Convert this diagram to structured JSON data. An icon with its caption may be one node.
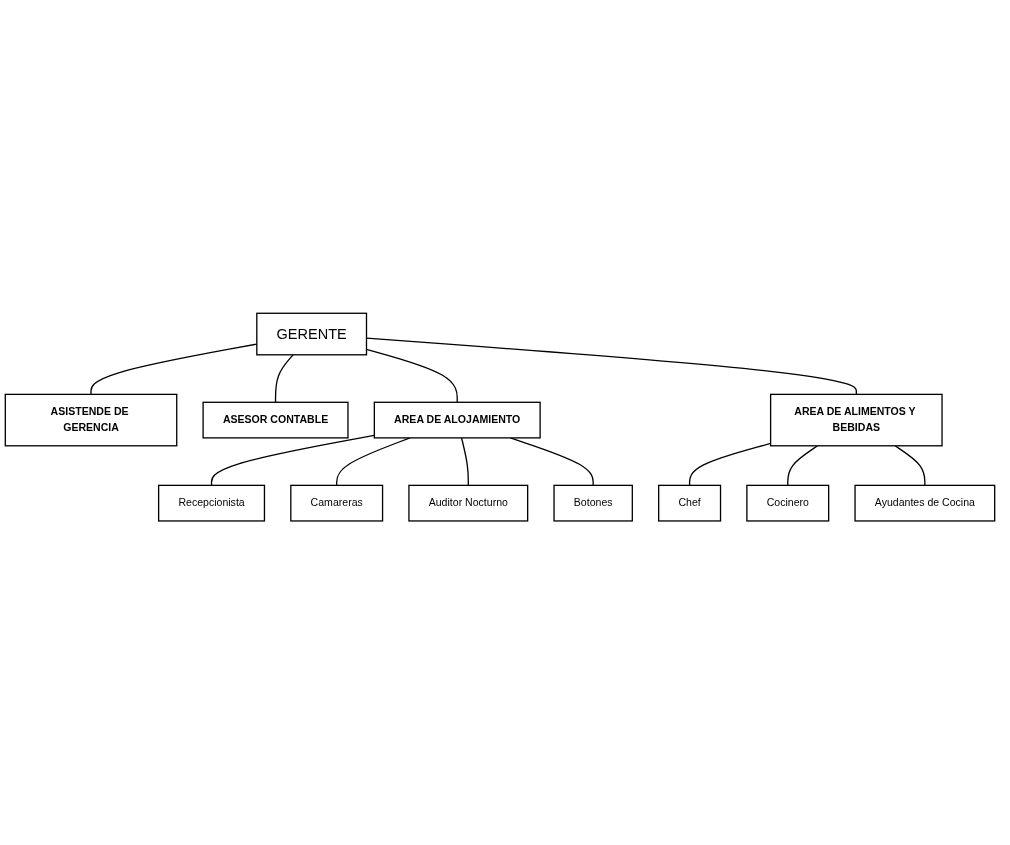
{
  "diagram": {
    "nodes": [
      {
        "text": [
          "GERENTE"
        ]
      },
      {
        "text": [
          "ASISTENDE DE GERENCIA"
        ]
      },
      {
        "text": [
          "ASESOR CONTABLE"
        ]
      },
      {
        "text": [
          "AREA DE ALOJAMIENTO"
        ]
      },
      {
        "text": [
          "AREA DE ALIMENTOS Y BEBIDAS"
        ]
      },
      {
        "text": [
          "Recepcionista"
        ]
      },
      {
        "text": [
          "Camareras"
        ]
      },
      {
        "text": [
          "Auditor Nocturno"
        ]
      },
      {
        "text": [
          "Botones"
        ]
      },
      {
        "text": [
          "Chef"
        ]
      },
      {
        "text": [
          "Cocinero"
        ]
      },
      {
        "text": [
          "Ayudantes de Cocina"
        ]
      }
    ],
    "edges": [
      {
        "from": 0,
        "to": 1,
        "arrow": "none"
      },
      {
        "from": 0,
        "to": 2,
        "arrow": "none"
      },
      {
        "from": 0,
        "to": 3,
        "arrow": "none"
      },
      {
        "from": 0,
        "to": 4,
        "arrow": "none"
      },
      {
        "from": 3,
        "to": 5,
        "arrow": "none"
      },
      {
        "from": 3,
        "to": 6,
        "arrow": "none"
      },
      {
        "from": 3,
        "to": 7,
        "arrow": "none"
      },
      {
        "from": 3,
        "to": 8,
        "arrow": "none"
      },
      {
        "from": 4,
        "to": 9,
        "arrow": "none"
      },
      {
        "from": 4,
        "to": 10,
        "arrow": "none"
      },
      {
        "from": 4,
        "to": 11,
        "arrow": "none"
      }
    ]
  }
}
